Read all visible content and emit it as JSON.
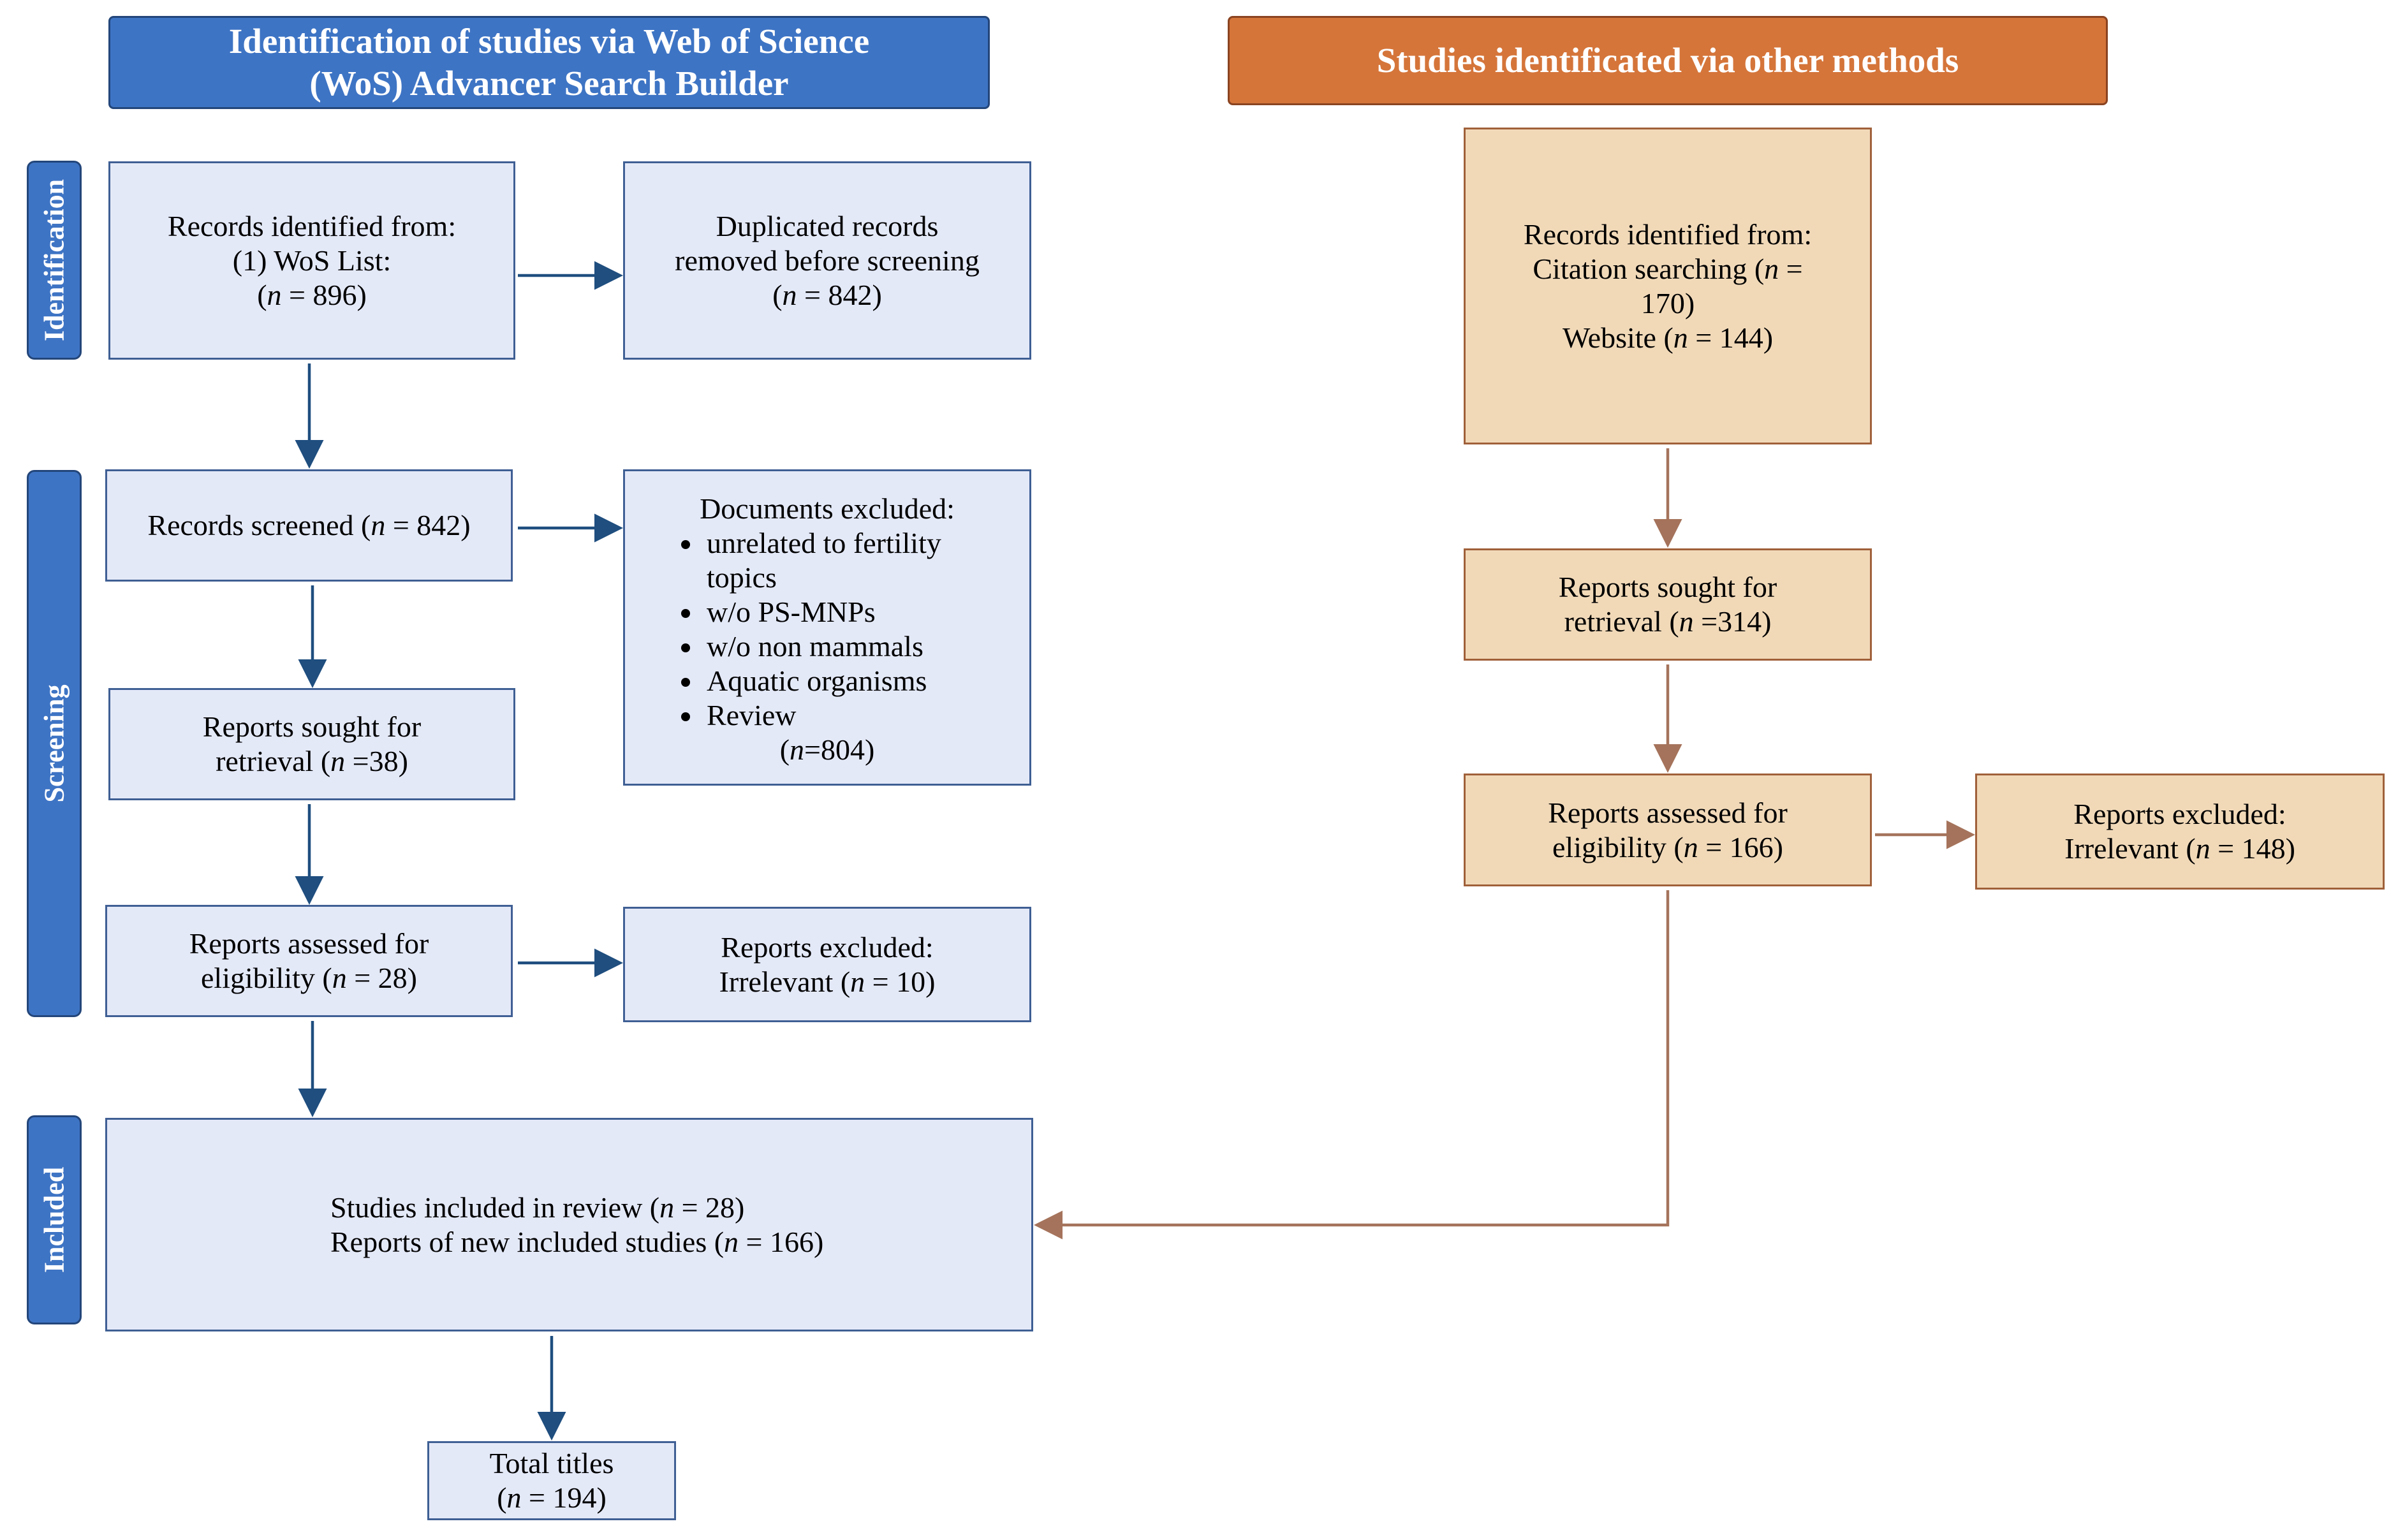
{
  "headers": {
    "wos_line1": "Identification of studies via Web of Science",
    "wos_line2": "(WoS) Advancer Search Builder",
    "other": "Studies identificated via other methods"
  },
  "stages": {
    "identification": "Identification",
    "screening": "Screening",
    "included": "Included"
  },
  "wos": {
    "identified": {
      "line1": "Records identified from:",
      "line2": "(1) WoS List:",
      "n_open": "(",
      "n_var": "n",
      "n_val": " = 896)"
    },
    "duplicates": {
      "line1": "Duplicated records",
      "line2": "removed before screening",
      "n_open": "(",
      "n_var": "n",
      "n_val": " = 842)"
    },
    "screened": {
      "pre": "Records screened (",
      "n_var": "n",
      "n_val": " = 842)"
    },
    "excluded_docs": {
      "title": "Documents excluded:",
      "items": [
        "unrelated to fertility topics",
        "w/o PS-MNPs",
        "w/o non mammals",
        "Aquatic organisms",
        "Review"
      ],
      "n_open": "(",
      "n_var": "n",
      "n_val": "=804)"
    },
    "sought": {
      "line1": "Reports sought for",
      "pre": "retrieval (",
      "n_var": "n",
      "n_val": " =38)"
    },
    "assessed": {
      "line1": "Reports assessed for",
      "pre": "eligibility (",
      "n_var": "n",
      "n_val": " = 28)"
    },
    "reports_excluded": {
      "line1": "Reports excluded:",
      "pre": "Irrelevant (",
      "n_var": "n",
      "n_val": " = 10)"
    }
  },
  "other": {
    "identified": {
      "line1": "Records identified from:",
      "line2_pre": "Citation searching (",
      "line2_var": "n",
      "line2_val": " =",
      "line3": "170)",
      "line4_pre": "Website (",
      "line4_var": "n",
      "line4_val": " = 144)"
    },
    "sought": {
      "line1": "Reports sought for",
      "pre": "retrieval (",
      "n_var": "n",
      "n_val": " =314)"
    },
    "assessed": {
      "line1": "Reports assessed for",
      "pre": "eligibility (",
      "n_var": "n",
      "n_val": " = 166)"
    },
    "excluded": {
      "line1": "Reports excluded:",
      "pre": "Irrelevant (",
      "n_var": "n",
      "n_val": " = 148)"
    }
  },
  "included": {
    "line1_pre": "Studies included in review (",
    "line1_var": "n",
    "line1_val": " = 28)",
    "line2_pre": "Reports of new included studies (",
    "line2_var": "n",
    "line2_val": " = 166)"
  },
  "total": {
    "line1": "Total titles",
    "n_open": "(",
    "n_var": "n",
    "n_val": " = 194)"
  },
  "colors": {
    "blue_fill": "#e4e9f8",
    "blue_border": "#3f5f94",
    "blue_arrow": "#1f4e7f",
    "tan_fill": "#f1d9b8",
    "tan_border": "#a0603a",
    "tan_arrow": "#a5735b",
    "header_blue": "#3e74c4",
    "header_orange": "#d5753a"
  }
}
